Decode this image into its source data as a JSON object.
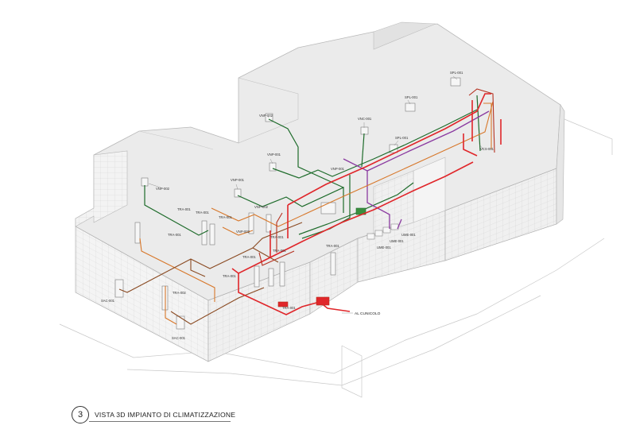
{
  "colors": {
    "wall_fill": "#f1f1f1",
    "roof_fill": "#e9e9e9",
    "wall_line": "#b5b5b5",
    "grid_line": "#d2d2d2",
    "pipe_red": "#e0262a",
    "pipe_dark_red": "#b5301f",
    "pipe_orange": "#d7772a",
    "pipe_brown": "#8a4a22",
    "pipe_green": "#1d6b2a",
    "pipe_purple": "#8a3aa0"
  },
  "labels": [
    {
      "id": "spl1",
      "text": "SPL-001"
    },
    {
      "id": "spl2",
      "text": "SPL-001"
    },
    {
      "id": "spl3",
      "text": "SPL-001"
    },
    {
      "id": "vnc1",
      "text": "VNC-001"
    },
    {
      "id": "vcs1",
      "text": "VCS-001"
    },
    {
      "id": "vnp_a",
      "text": "VNP-002"
    },
    {
      "id": "vnp_b",
      "text": "VNP-001"
    },
    {
      "id": "vnp_c",
      "text": "VNP-002"
    },
    {
      "id": "vnp_d",
      "text": "VNP-001"
    },
    {
      "id": "vnp_e",
      "text": "VNP-002"
    },
    {
      "id": "vnp_f",
      "text": "VNP-002"
    },
    {
      "id": "vnp_g",
      "text": "VNP-001"
    },
    {
      "id": "tra1",
      "text": "TRA-001"
    },
    {
      "id": "tra2",
      "text": "TRA-001"
    },
    {
      "id": "tra3",
      "text": "TRA-001"
    },
    {
      "id": "tra4",
      "text": "TRA-001"
    },
    {
      "id": "tra5",
      "text": "TRA-001"
    },
    {
      "id": "tra6",
      "text": "TRA-001"
    },
    {
      "id": "tra7",
      "text": "TRA-001"
    },
    {
      "id": "tra8",
      "text": "TRA-001"
    },
    {
      "id": "tra9",
      "text": "TRA-002"
    },
    {
      "id": "tra10",
      "text": "TRA-001"
    },
    {
      "id": "tra11",
      "text": "TRA-001"
    },
    {
      "id": "sac1",
      "text": "SAC-001"
    },
    {
      "id": "sac2",
      "text": "SAC-001"
    },
    {
      "id": "ume1",
      "text": "UME-001"
    },
    {
      "id": "ume2",
      "text": "UME-001"
    },
    {
      "id": "ume3",
      "text": "UME-001"
    },
    {
      "id": "cunicolo",
      "text": "AL CUNICOLO"
    }
  ],
  "caption": {
    "number": "3",
    "title": "VISTA 3D IMPIANTO DI CLIMATIZZAZIONE"
  }
}
